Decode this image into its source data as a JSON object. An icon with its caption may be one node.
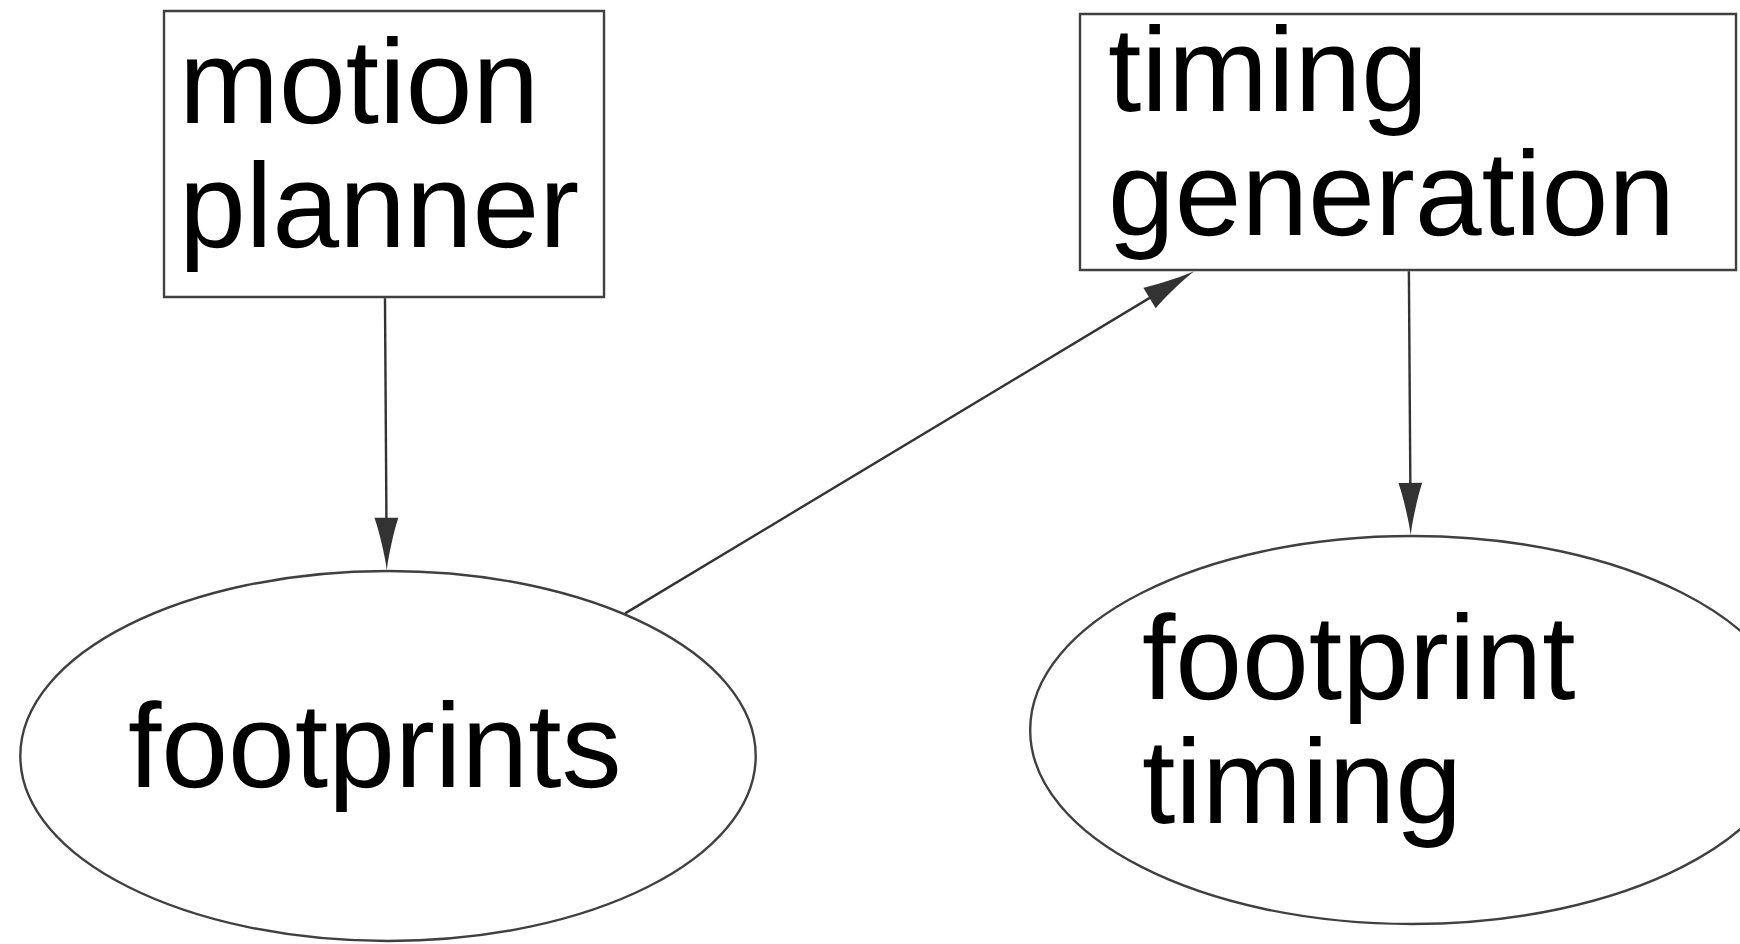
{
  "diagram": {
    "nodes": [
      {
        "text": [
          "motion planner"
        ]
      },
      {
        "text": [
          "footprints"
        ]
      },
      {
        "text": [
          "timing generation"
        ]
      },
      {
        "text": [
          "footprint timing"
        ]
      }
    ],
    "edges": [
      {
        "from": 0,
        "to": 1,
        "arrow": "to"
      },
      {
        "from": 1,
        "to": 2,
        "arrow": "to"
      },
      {
        "from": 2,
        "to": 3,
        "arrow": "to"
      }
    ]
  }
}
